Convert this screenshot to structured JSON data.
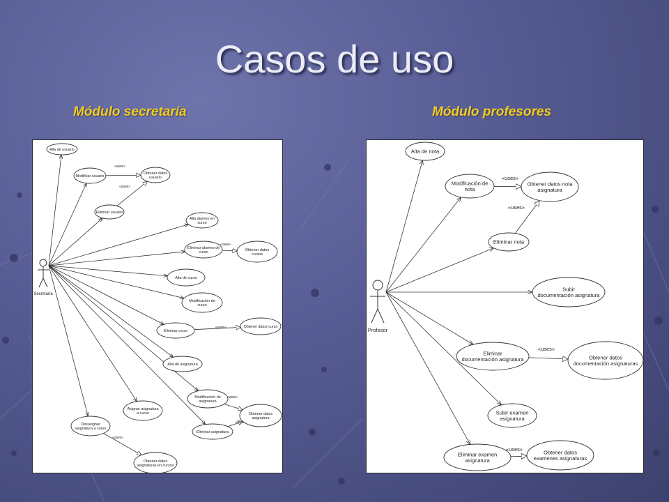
{
  "slide": {
    "title": "Casos de uso"
  },
  "sections": {
    "left_title": "Módulo secretaría",
    "right_title": "Módulo profesores"
  },
  "left_diagram": {
    "actor": "Secretaria",
    "use_cases": [
      {
        "id": "alta_usuario",
        "lines": [
          "Alta de usuario"
        ]
      },
      {
        "id": "modificar_usuario",
        "lines": [
          "Modificar usuario"
        ]
      },
      {
        "id": "obtener_datos_usuario",
        "lines": [
          "Obtener datos",
          "usuario"
        ]
      },
      {
        "id": "eliminar_usuario",
        "lines": [
          "Eliminar usuario"
        ]
      },
      {
        "id": "alta_alumno",
        "lines": [
          "Alta alumno en",
          "curso"
        ]
      },
      {
        "id": "eliminar_alumno",
        "lines": [
          "Eliminar alumno de",
          "curso"
        ]
      },
      {
        "id": "obtener_cursos",
        "lines": [
          "Obtener datos",
          "cursos"
        ]
      },
      {
        "id": "alta_curso",
        "lines": [
          "Alta de curso"
        ]
      },
      {
        "id": "modificacion_curso",
        "lines": [
          "Modificación de",
          "curso"
        ]
      },
      {
        "id": "eliminar_curso",
        "lines": [
          "Eliminar curso"
        ]
      },
      {
        "id": "obtener_datos_curso",
        "lines": [
          "Obtener datos curso"
        ]
      },
      {
        "id": "alta_asignatura",
        "lines": [
          "Alta de asignatura"
        ]
      },
      {
        "id": "modificacion_asignatura",
        "lines": [
          "Modificación de",
          "asignatura"
        ]
      },
      {
        "id": "obtener_datos_asignatura",
        "lines": [
          "Obtener datos",
          "asignatura"
        ]
      },
      {
        "id": "asignar_asignatura",
        "lines": [
          "Asignar asignatura",
          "a curso"
        ]
      },
      {
        "id": "eliminar_asignatura",
        "lines": [
          "Eliminar asignatura"
        ]
      },
      {
        "id": "desasignar",
        "lines": [
          "Desasignar",
          "asignatura a curso"
        ]
      },
      {
        "id": "obtener_asignaturas_cursos",
        "lines": [
          "Obtener datos",
          "asignaturas en cursos"
        ]
      }
    ],
    "uses_label": "«uses»"
  },
  "right_diagram": {
    "actor": "Profesor",
    "use_cases": [
      {
        "id": "alta_nota",
        "lines": [
          "Alta de nota"
        ]
      },
      {
        "id": "modificacion_nota",
        "lines": [
          "Modificación de",
          "nota"
        ]
      },
      {
        "id": "obtener_nota",
        "lines": [
          "Obtener datos nota",
          "asignatura"
        ]
      },
      {
        "id": "eliminar_nota",
        "lines": [
          "Eliminar nota"
        ]
      },
      {
        "id": "subir_doc",
        "lines": [
          "Subir",
          "documentación asignatura"
        ]
      },
      {
        "id": "eliminar_doc",
        "lines": [
          "Eliminar",
          "documentación asignatura"
        ]
      },
      {
        "id": "obtener_doc",
        "lines": [
          "Obtener datos",
          "documentación asignaturas"
        ]
      },
      {
        "id": "subir_examen",
        "lines": [
          "Subir examen",
          "asignatura"
        ]
      },
      {
        "id": "eliminar_examen",
        "lines": [
          "Eliminar examen",
          "asignatura"
        ]
      },
      {
        "id": "obtener_examenes",
        "lines": [
          "Obtener datos",
          "examenes asignaturas"
        ]
      }
    ],
    "uses_label": "«uses»"
  },
  "colors": {
    "title": "#ececf6",
    "subtitle": "#f3cc1f",
    "background": "#565c93",
    "line": "#333333"
  }
}
